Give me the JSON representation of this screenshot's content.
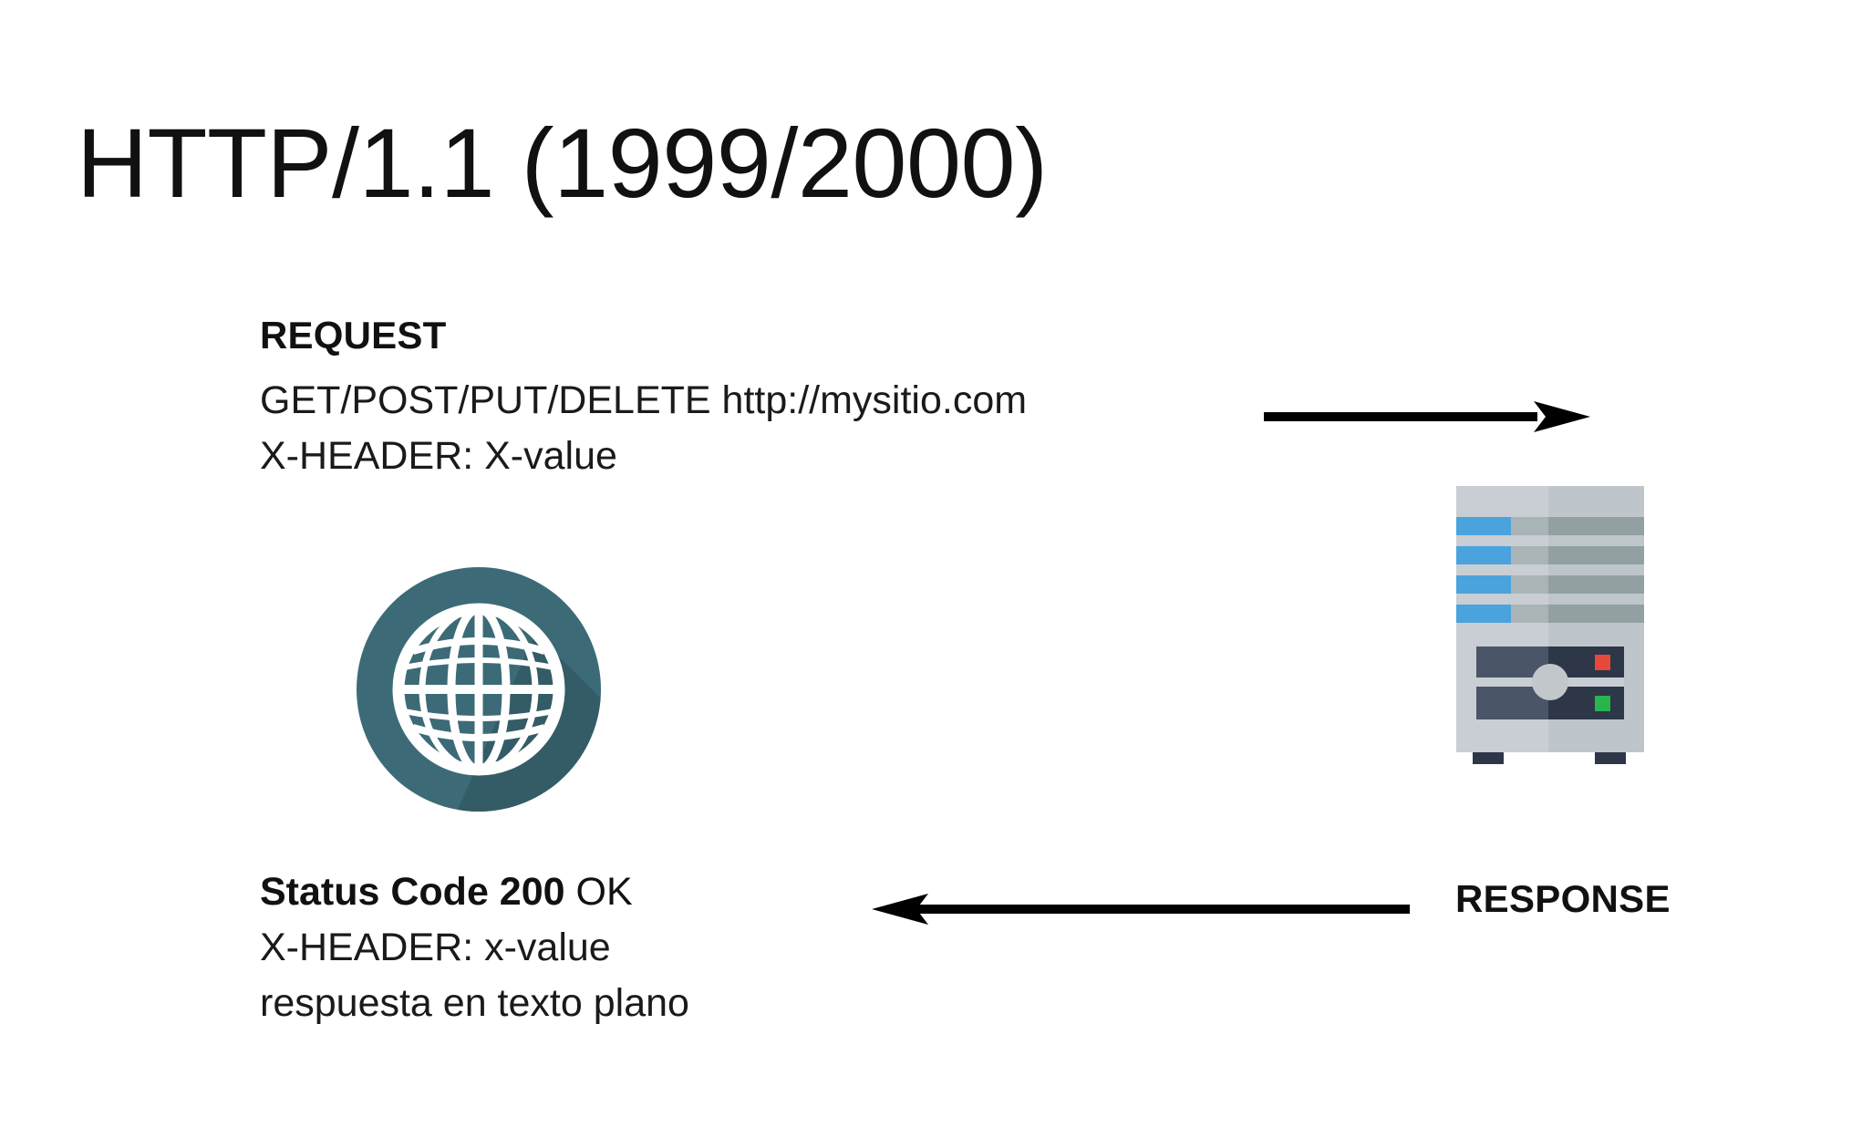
{
  "slide": {
    "title": "HTTP/1.1 (1999/2000)",
    "background_color": "#FFFFFF"
  },
  "request": {
    "heading": "REQUEST",
    "line_methods_url": "GET/POST/PUT/DELETE http://mysitio.com",
    "line_header": "X-HEADER: X-value",
    "arrow_icon": "arrow-right-icon",
    "arrow_direction": "right"
  },
  "response": {
    "label": "RESPONSE",
    "status_strong": "Status Code 200",
    "status_regular": " OK",
    "line_header": "X-HEADER: x-value",
    "line_body": "respuesta en texto plano",
    "arrow_icon": "arrow-left-icon",
    "arrow_direction": "left"
  },
  "icons": {
    "globe": {
      "name": "globe-icon",
      "circle_color": "#3C6B77",
      "shadow_color": "#335C66",
      "wire_color": "#FFFFFF"
    },
    "server": {
      "name": "server-tower-icon",
      "body_light": "#C8CED3",
      "body_dark": "#BFC6CB",
      "bar_blue": "#4BA3DD",
      "bar_gray_light": "#A9B4B6",
      "bar_gray_dark": "#93A0A1",
      "panel_light": "#4A5568",
      "panel_dark": "#2D3748",
      "knob_color": "#C2C7CB",
      "led_red": "#E8483A",
      "led_green": "#2AB54A",
      "foot_color": "#2D3748"
    },
    "arrow_color": "#000000"
  }
}
